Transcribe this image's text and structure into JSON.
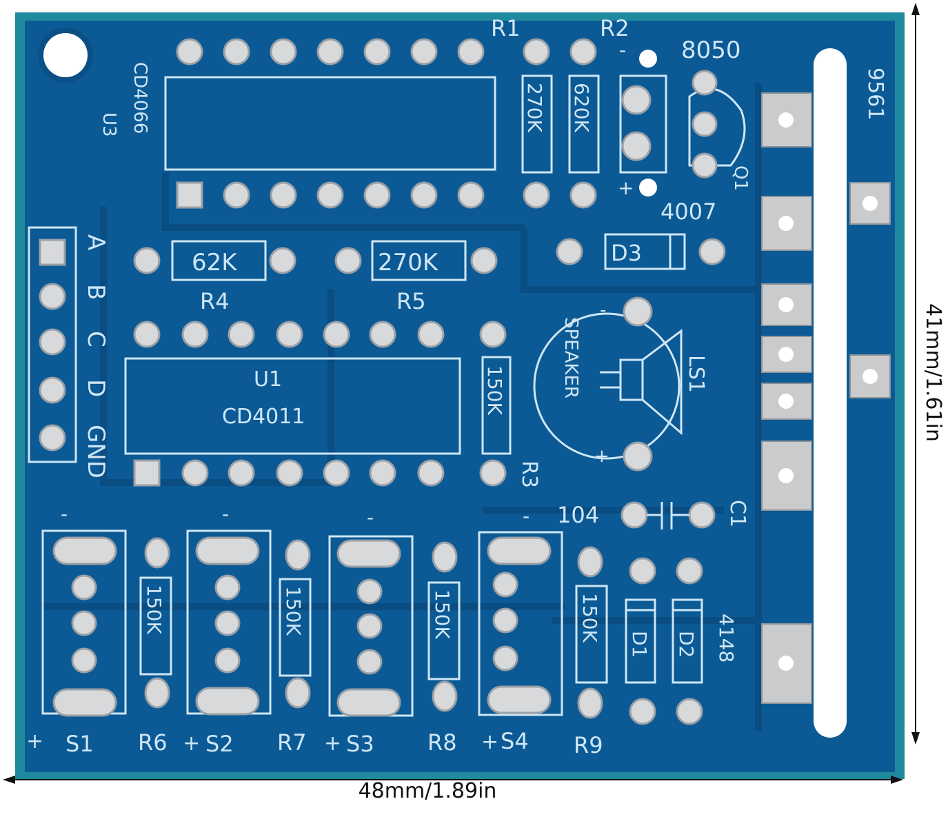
{
  "board": {
    "colors": {
      "substrate": "#0b5a95",
      "edge": "#1f8a9e",
      "silkscreen": "#cfe6f5",
      "pad": "#d7d9db",
      "trace": "#094d82"
    },
    "labels": {
      "u3_ref": "U3",
      "u3_part": "CD4066",
      "r1": "R1",
      "r2": "R2",
      "r1_val": "270K",
      "r2_val": "620K",
      "q1_part": "8050",
      "q1_ref": "Q1",
      "mic_minus": "-",
      "mic_plus": "+",
      "ant_part": "9561",
      "d3_part": "4007",
      "d3_ref": "D3",
      "r4_val": "62K",
      "r4": "R4",
      "r5_val": "270K",
      "r5": "R5",
      "conn_a": "A",
      "conn_b": "B",
      "conn_c": "C",
      "conn_d": "D",
      "conn_gnd": "GND",
      "u1_ref": "U1",
      "u1_part": "CD4011",
      "r3_val": "150K",
      "r3": "R3",
      "speaker": "SPEAKER",
      "ls1": "LS1",
      "spk_minus": "-",
      "spk_plus": "+",
      "c1_val": "104",
      "c1": "C1",
      "s1": "S1",
      "s2": "S2",
      "s3": "S3",
      "s4": "S4",
      "r6": "R6",
      "r7": "R7",
      "r8": "R8",
      "r9": "R9",
      "r6_val": "150K",
      "r7_val": "150K",
      "r8_val": "150K",
      "r9_val": "150K",
      "d1": "D1",
      "d2": "D2",
      "d12_part": "4148",
      "plus": "+",
      "minus": "-"
    }
  },
  "dimensions": {
    "width": "48mm/1.89in",
    "height": "41mm/1.61in"
  }
}
